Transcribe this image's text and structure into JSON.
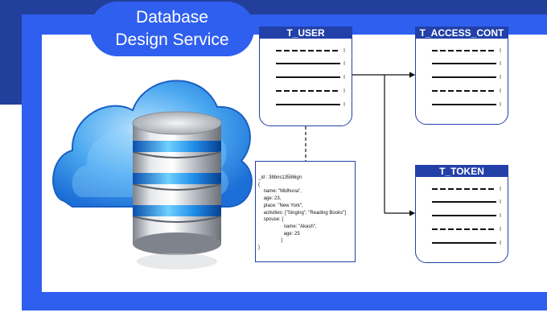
{
  "title": {
    "line1": "Database",
    "line2": "Design Service"
  },
  "tables": {
    "t_user": {
      "name": "T_USER"
    },
    "t_access_cont": {
      "name": "T_ACCESS_CONT"
    },
    "t_token": {
      "name": "T_TOKEN"
    }
  },
  "json_document": {
    "lines": [
      "_id : 38bns13586ign",
      "{",
      "    name: \"Midhuna\",",
      "    age: 23,",
      "    place: \"New York\",",
      "    activities: [\"Singing\", \"Reading Books\"]",
      "    spouse: {",
      "                   name: \"Akash\",",
      "                   age: 25",
      "                 }",
      "}"
    ]
  },
  "colors": {
    "frame_blue": "#2f5fee",
    "dark_navy": "#223f9b",
    "table_header": "#2240a8"
  },
  "icons": [
    "cloud-icon",
    "database-server-icon"
  ]
}
